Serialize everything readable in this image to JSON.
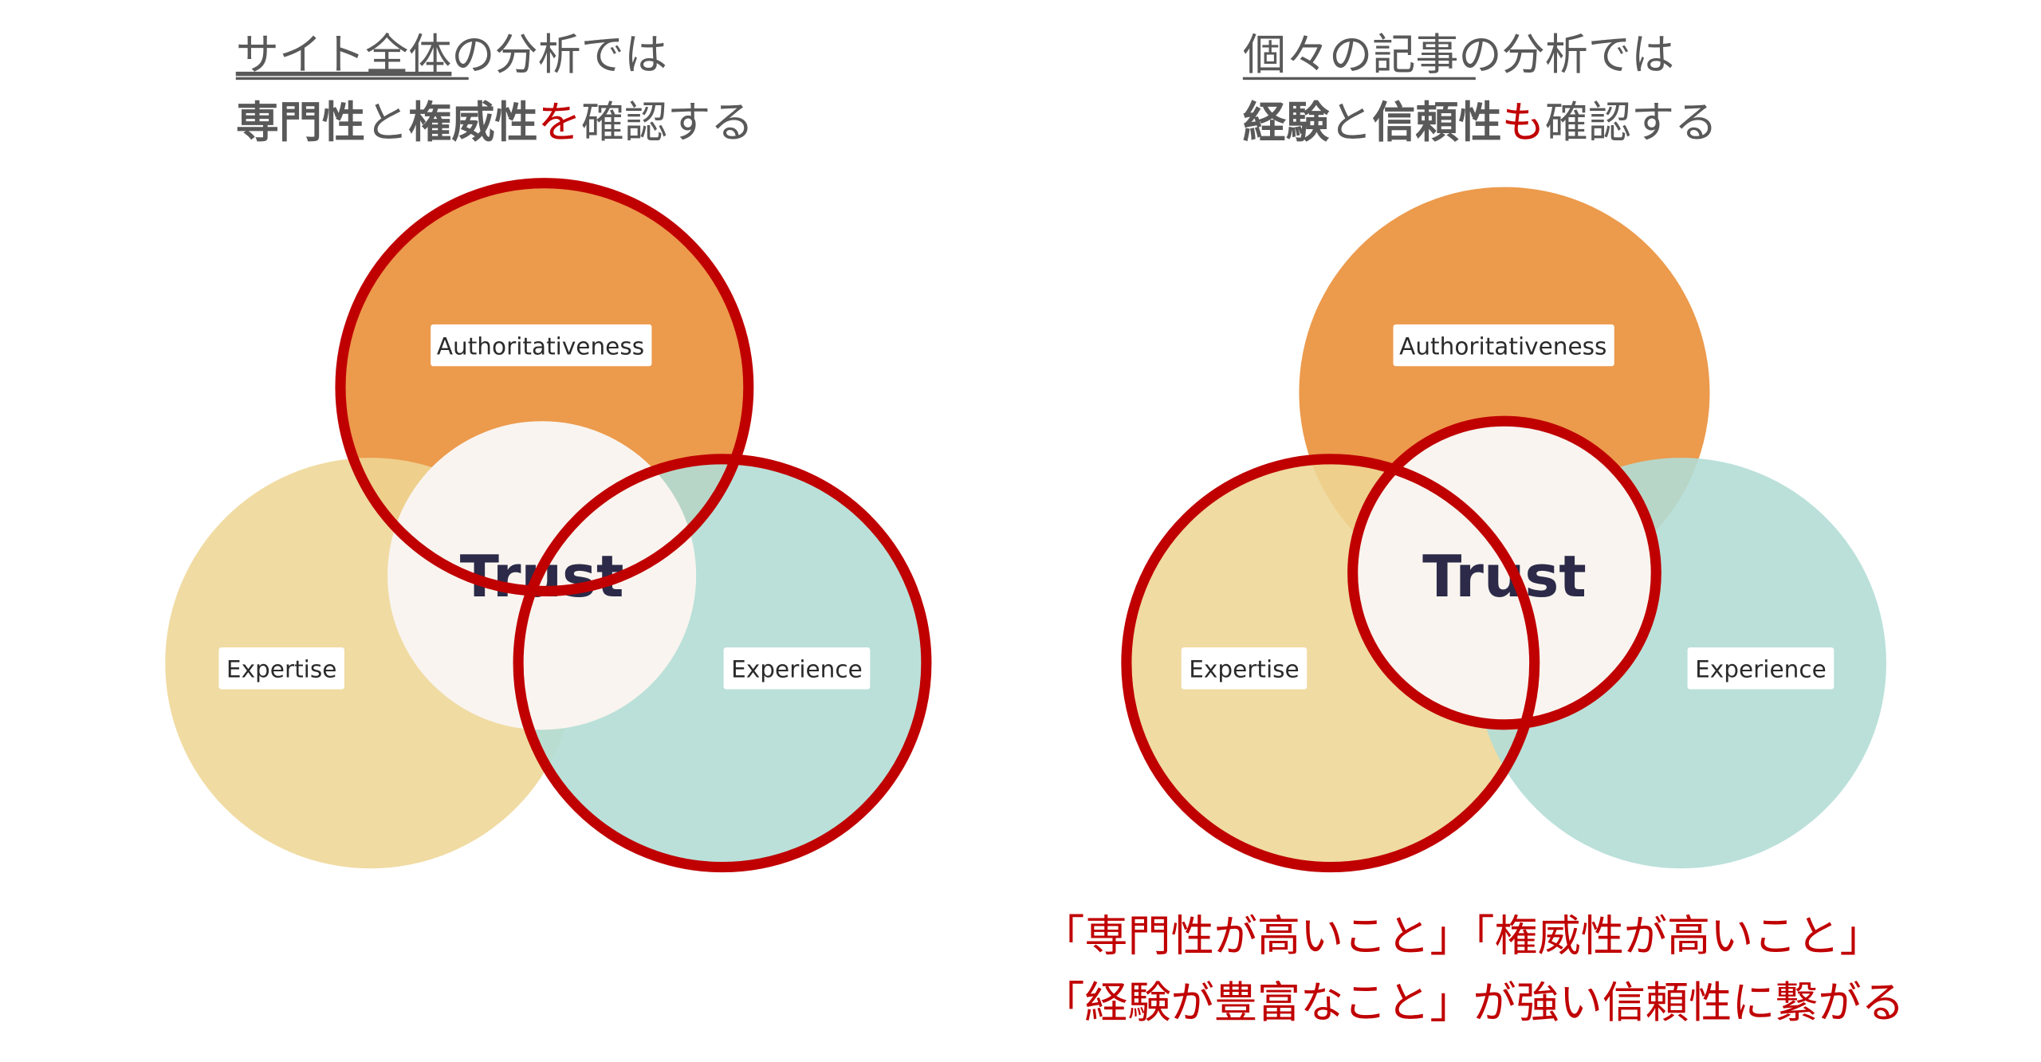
{
  "left": {
    "title_line1_underlined": "サイト全体",
    "title_line1_rest": "の分析では",
    "title_line2": [
      {
        "text": "専門性",
        "style": "bold"
      },
      {
        "text": "と",
        "style": "normal"
      },
      {
        "text": "権威性",
        "style": "bold"
      },
      {
        "text": "を",
        "style": "red"
      },
      {
        "text": "確認する",
        "style": "normal"
      }
    ]
  },
  "right": {
    "title_line1_underlined": "個々の記事",
    "title_line1_rest": "の分析では",
    "title_line2": [
      {
        "text": "経験",
        "style": "bold"
      },
      {
        "text": "と",
        "style": "normal"
      },
      {
        "text": "信頼性",
        "style": "bold"
      },
      {
        "text": "も",
        "style": "red"
      },
      {
        "text": "確認する",
        "style": "normal"
      }
    ]
  },
  "diagram": {
    "authoritativeness": "Authoritativeness",
    "expertise": "Expertise",
    "experience": "Experience",
    "trust": "Trust"
  },
  "note": {
    "line1": "「専門性が高いこと」「権威性が高いこと」",
    "line2": "「経験が豊富なこと」が強い信頼性に繋がる"
  },
  "colors": {
    "authoritativeness": "#EC9A4C",
    "expertise": "#EED695",
    "experience": "#B2DDD5",
    "trust": "#F9F4EF",
    "highlight": "#C00000",
    "text": "#595959"
  }
}
